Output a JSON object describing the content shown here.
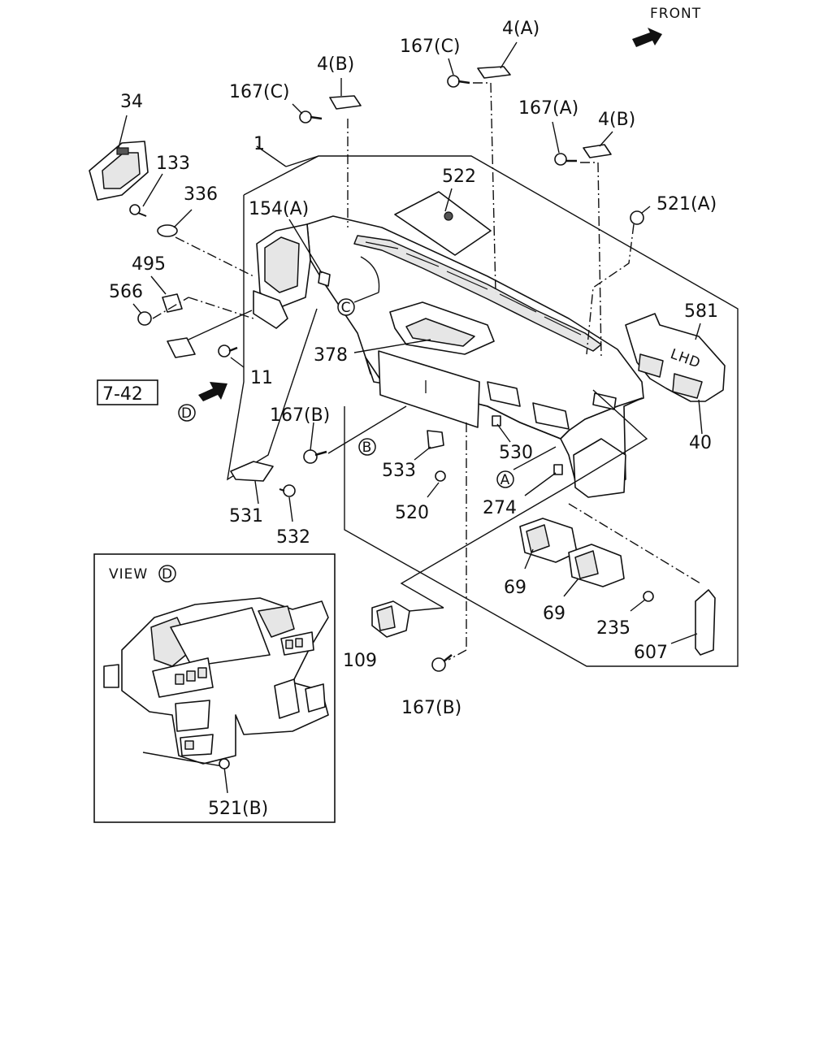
{
  "front_label": "FRONT",
  "view_title": "VIEW",
  "view_marker": "D",
  "labels": {
    "p34": "34",
    "p133": "133",
    "p336": "336",
    "p495": "495",
    "p566": "566",
    "p1": "1",
    "p154a": "154(A)",
    "p4b_1": "4(B)",
    "p167c_1": "167(C)",
    "p167c_2": "167(C)",
    "p4a": "4(A)",
    "p167a": "167(A)",
    "p4b_2": "4(B)",
    "p522": "522",
    "p521a": "521(A)",
    "p581": "581",
    "p40": "40",
    "p378": "378",
    "p11": "11",
    "p7_42": "7-42",
    "p167b_1": "167(B)",
    "p530": "530",
    "p533": "533",
    "p520": "520",
    "p274": "274",
    "p531": "531",
    "p532": "532",
    "p69_1": "69",
    "p69_2": "69",
    "p235": "235",
    "p607": "607",
    "p109": "109",
    "p167b_2": "167(B)",
    "p521b": "521(B)"
  },
  "markers": {
    "A": "A",
    "B": "B",
    "C": "C",
    "D": "D"
  },
  "part_text": {
    "lhd": "LHD"
  }
}
